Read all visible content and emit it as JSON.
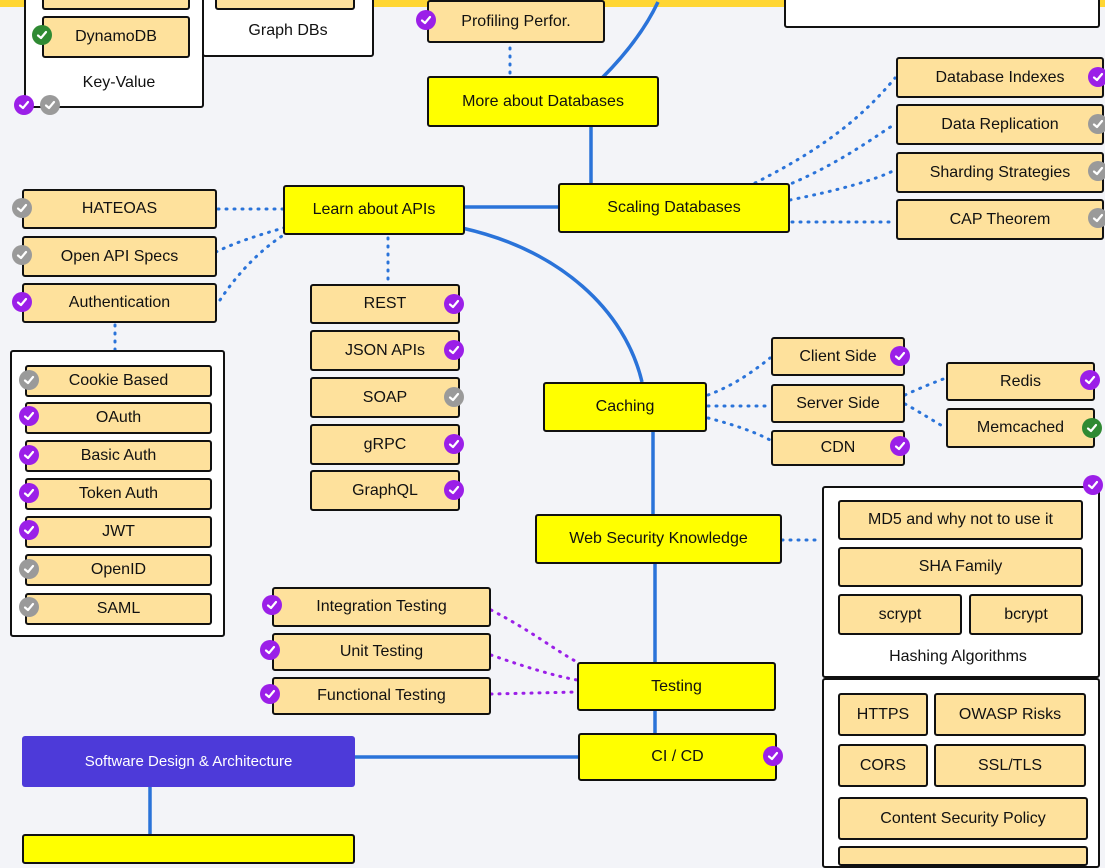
{
  "colors": {
    "main": "#ffff00",
    "sub": "#fee19c",
    "line": "#2a73d9",
    "dots": "#2a73d9",
    "dots_purple": "#9b1fe8",
    "done": "#9b1fe8",
    "pending": "#9a9a9a",
    "progress": "#2f8a33",
    "arch": "#4d3ad9"
  },
  "icons": {
    "check": "check-icon"
  },
  "nodes": {
    "dynamodb": "DynamoDB",
    "key_value": "Key-Value",
    "graph_dbs": "Graph DBs",
    "profiling": "Profiling Perfor.",
    "more_databases": "More about Databases",
    "database_indexes": "Database Indexes",
    "data_replication": "Data Replication",
    "sharding": "Sharding Strategies",
    "cap": "CAP Theorem",
    "scaling": "Scaling Databases",
    "apis": "Learn about APIs",
    "hateoas": "HATEOAS",
    "openapi": "Open API Specs",
    "authentication": "Authentication",
    "cookie": "Cookie Based",
    "oauth": "OAuth",
    "basic": "Basic Auth",
    "token": "Token Auth",
    "jwt": "JWT",
    "openid": "OpenID",
    "saml": "SAML",
    "rest": "REST",
    "json": "JSON APIs",
    "soap": "SOAP",
    "grpc": "gRPC",
    "graphql": "GraphQL",
    "client_side": "Client Side",
    "server_side": "Server Side",
    "cdn": "CDN",
    "redis": "Redis",
    "memcached": "Memcached",
    "caching": "Caching",
    "web_security": "Web Security Knowledge",
    "md5": "MD5 and why not to use it",
    "sha": "SHA Family",
    "scrypt": "scrypt",
    "bcrypt": "bcrypt",
    "hashing": "Hashing Algorithms",
    "https": "HTTPS",
    "owasp": "OWASP Risks",
    "cors": "CORS",
    "ssl": "SSL/TLS",
    "csp": "Content Security Policy",
    "integration": "Integration Testing",
    "unit": "Unit Testing",
    "functional": "Functional Testing",
    "testing": "Testing",
    "cicd": "CI / CD",
    "arch": "Software Design & Architecture"
  }
}
